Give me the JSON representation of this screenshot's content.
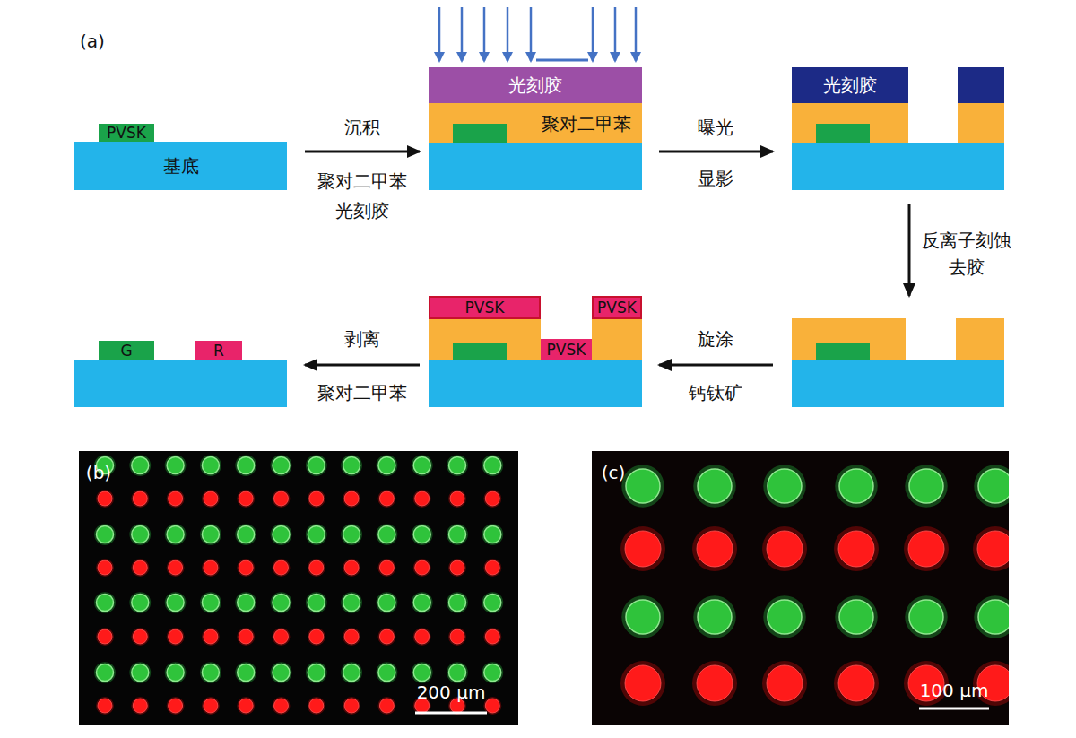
{
  "diagram": {
    "nodes": [
      {
        "text": [
          "PVSK"
        ]
      },
      {
        "text": [
          "基底"
        ]
      },
      {
        "text": [
          "光刻胶"
        ]
      },
      {
        "text": [
          "聚对二甲苯"
        ]
      },
      {
        "text": [
          "光刻胶"
        ]
      },
      {
        "text": [
          "PVSK"
        ]
      },
      {
        "text": [
          "PVSK"
        ]
      },
      {
        "text": [
          "PVSK"
        ]
      },
      {
        "text": [
          "G"
        ]
      },
      {
        "text": [
          "R"
        ]
      }
    ],
    "labels": [
      "(a)",
      "沉积",
      "聚对二甲苯",
      "光刻胶",
      "曝光",
      "显影",
      "反离子刻蚀",
      "去胶",
      "旋涂",
      "钙钛矿",
      "剥离",
      "聚对二甲苯",
      "(b)",
      "200 μm",
      "(c)",
      "100 μm"
    ]
  }
}
